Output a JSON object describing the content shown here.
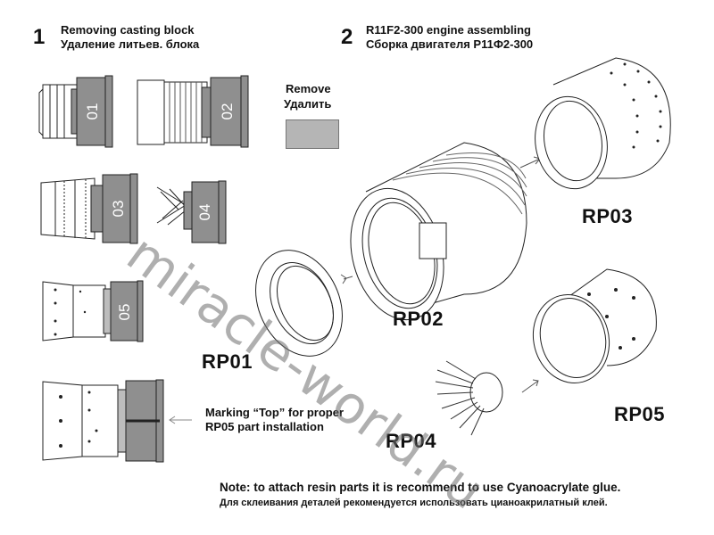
{
  "step1": {
    "number": "1",
    "title_en": "Removing casting block",
    "title_ru": "Удаление литьев. блока"
  },
  "step2": {
    "number": "2",
    "title_en": "R11F2-300 engine assembling",
    "title_ru": "Сборка двигателя  Р11Ф2-300"
  },
  "legend": {
    "label_en": "Remove",
    "label_ru": "Удалить",
    "swatch_color": "#b5b5b5"
  },
  "casting_blocks": [
    "01",
    "02",
    "03",
    "04",
    "05"
  ],
  "parts": {
    "rp01": "RP01",
    "rp02": "RP02",
    "rp03": "RP03",
    "rp04": "RP04",
    "rp05": "RP05"
  },
  "marking": {
    "line1": "Marking “Top” for proper",
    "line2": "RP05 part installation"
  },
  "note": {
    "en": "Note: to attach resin parts it is recommend to use Cyanoacrylate glue.",
    "ru": "Для склеивания деталей рекомендуется использовать цианоакрилатный клей."
  },
  "watermark": "miracle-world.ru",
  "colors": {
    "block_gray": "#8f8f8f",
    "line": "#222222"
  }
}
